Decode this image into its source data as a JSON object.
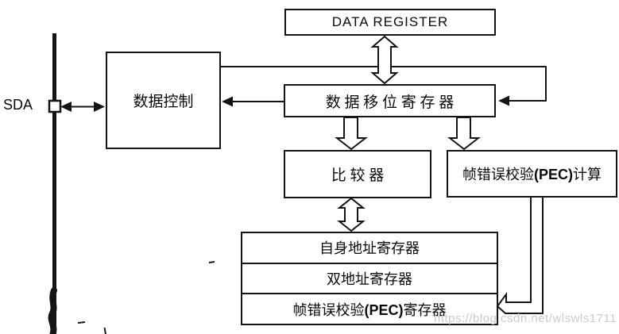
{
  "diagram": {
    "sda_label": "SDA",
    "boxes": {
      "data_register": {
        "label": "DATA REGISTER"
      },
      "data_control": {
        "label": "数据控制"
      },
      "shift_register": {
        "label": "数 据 移 位 寄 存 器"
      },
      "comparator": {
        "label": "比 较 器"
      },
      "pec_calc": {
        "pre": "帧错误校验",
        "bold": "(PEC)",
        "post": "计算"
      },
      "register_stack": {
        "rows": {
          "own_address": {
            "label": "自身地址寄存器"
          },
          "dual_address": {
            "label": "双地址寄存器"
          },
          "pec_register": {
            "pre": "帧错误校验",
            "bold": "(PEC)",
            "post": "寄存器"
          }
        }
      }
    },
    "watermark": "https://blog.csdn.net/wlswls1711",
    "colors": {
      "line": "#141414",
      "background": "#ffffff",
      "watermark": "#cbcbcb"
    }
  }
}
